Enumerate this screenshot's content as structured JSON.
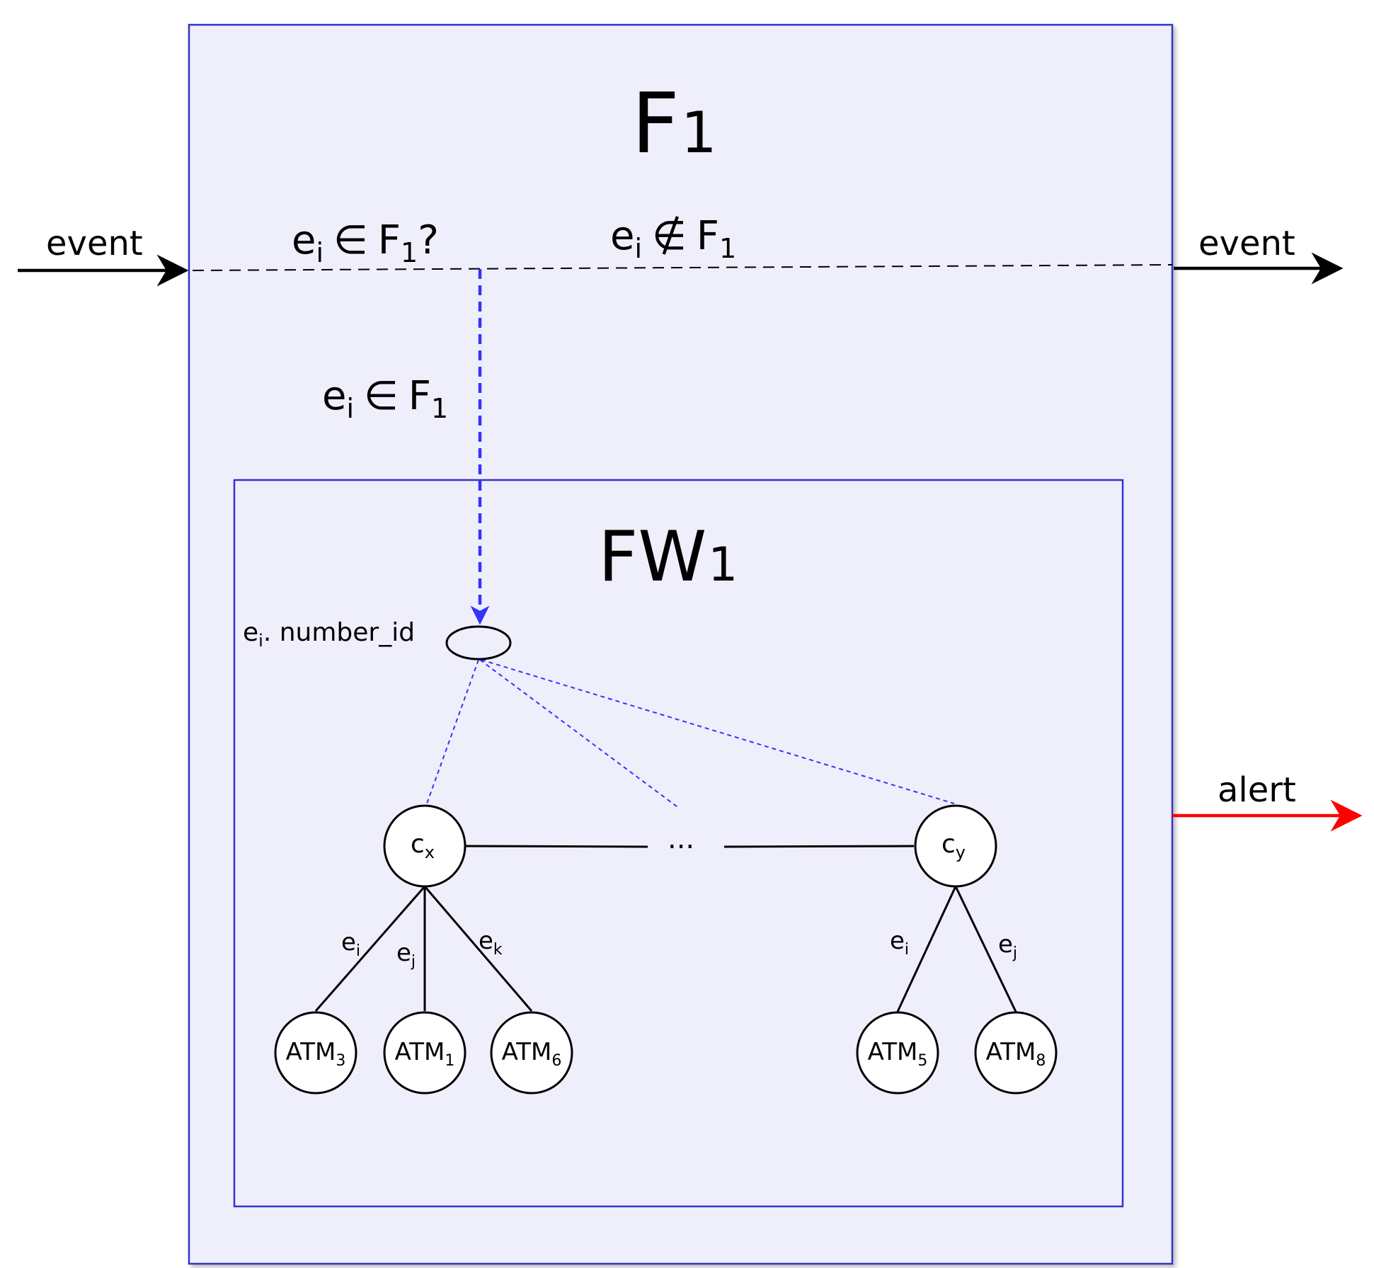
{
  "colors": {
    "frame_stroke": "#3333cc",
    "frame_fill": "#efeffc",
    "dash_blue": "#3333ff",
    "alert_red": "#ff0000",
    "ink": "#000000"
  },
  "outer_frame": {
    "title": "F",
    "title_sub": "1"
  },
  "inner_frame": {
    "title": "FW",
    "title_sub": "1"
  },
  "left_event": {
    "label": "event"
  },
  "right_event": {
    "label": "event"
  },
  "alert": {
    "label": "alert"
  },
  "query": {
    "e": "e",
    "e_sub": "i",
    "op": "∈",
    "set": "F",
    "set_sub": "1",
    "suffix": "?"
  },
  "not_member": {
    "e": "e",
    "e_sub": "i",
    "op": "∉",
    "set": "F",
    "set_sub": "1"
  },
  "member": {
    "e": "e",
    "e_sub": "i",
    "op": "∈",
    "set": "F",
    "set_sub": "1"
  },
  "root_node": {
    "e": "e",
    "e_sub": "i",
    "suffix": ". number_id"
  },
  "ellipsis": "...",
  "cx": {
    "label": "c",
    "label_sub": "x",
    "edges": [
      {
        "e": "e",
        "sub": "i"
      },
      {
        "e": "e",
        "sub": "j"
      },
      {
        "e": "e",
        "sub": "k"
      }
    ],
    "atms": [
      {
        "name": "ATM",
        "sub": "3"
      },
      {
        "name": "ATM",
        "sub": "1"
      },
      {
        "name": "ATM",
        "sub": "6"
      }
    ]
  },
  "cy": {
    "label": "c",
    "label_sub": "y",
    "edges": [
      {
        "e": "e",
        "sub": "i"
      },
      {
        "e": "e",
        "sub": "j"
      }
    ],
    "atms": [
      {
        "name": "ATM",
        "sub": "5"
      },
      {
        "name": "ATM",
        "sub": "8"
      }
    ]
  }
}
